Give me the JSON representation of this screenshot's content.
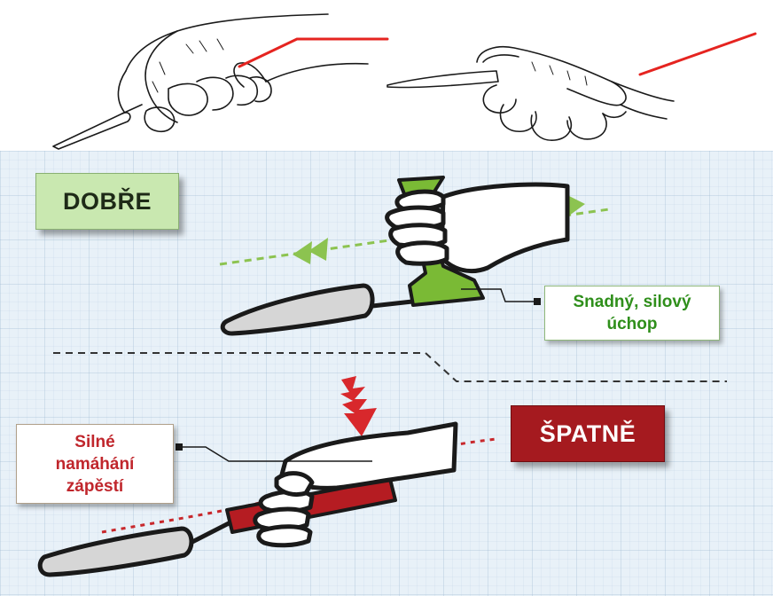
{
  "labels": {
    "good": "DOBŘE",
    "bad": "ŠPATNĚ",
    "good_note": "Snadný, silový\núchop",
    "bad_note": "Silné\nnamáhání\nzápěstí"
  },
  "colors": {
    "good_green": "#6aa530",
    "good_box": "#c9e8b0",
    "bad_red": "#a51a1f",
    "note_green_text": "#2f8f1b",
    "note_red_text": "#c0262c",
    "red_line": "#e52420",
    "background_grid": "#e8f1f8"
  },
  "icons": {
    "top_left": "hand-holding-tool-sketch-icon",
    "top_right": "hand-holding-tool-sketch-icon",
    "good_grip": "hand-gripping-angled-handle-icon",
    "bad_grip": "hand-gripping-straight-handle-icon",
    "impact": "lightning-arrow-icon"
  }
}
